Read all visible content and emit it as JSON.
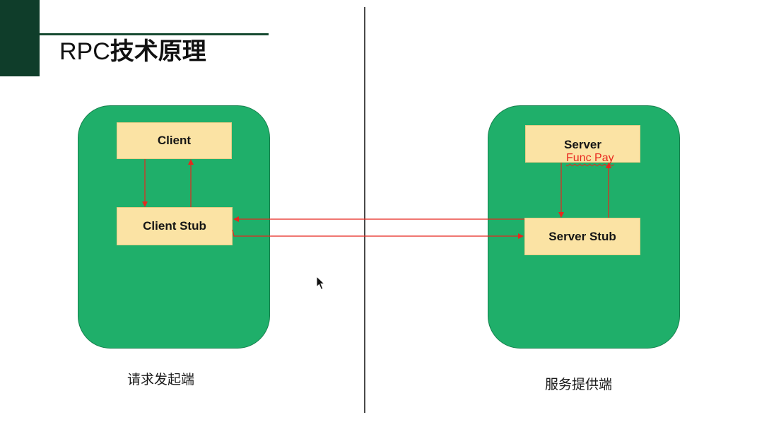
{
  "slide": {
    "title_prefix": "RPC",
    "title_main": "技术原理"
  },
  "left": {
    "client_label": "Client",
    "client_stub_label": "Client Stub",
    "caption": "请求发起端"
  },
  "right": {
    "server_label": "Server",
    "server_annotation": "Func Pay",
    "server_stub_label": "Server Stub",
    "caption": "服务提供端"
  },
  "colors": {
    "panel_green": "#1faf6a",
    "box_fill": "#fbe3a4",
    "arrow_red": "#e8261d",
    "title_bar": "#0f3d2a"
  }
}
